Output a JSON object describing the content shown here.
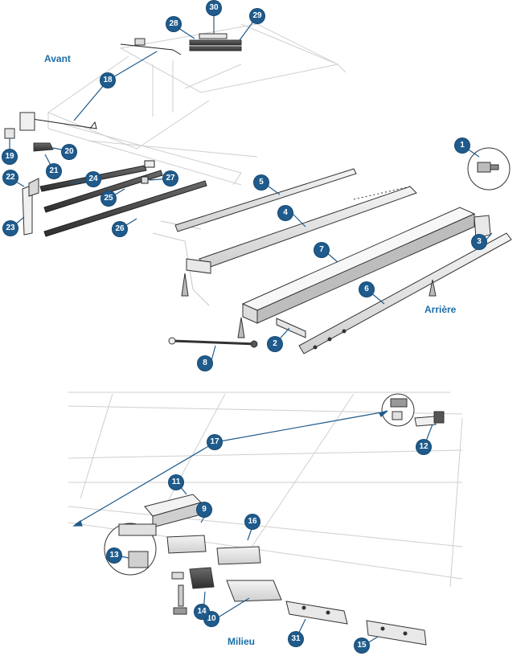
{
  "section_labels": {
    "front": "Avant",
    "rear": "Arrière",
    "middle": "Milieu"
  },
  "callouts": [
    "1",
    "2",
    "3",
    "4",
    "5",
    "6",
    "7",
    "8",
    "9",
    "10",
    "11",
    "12",
    "13",
    "14",
    "15",
    "16",
    "17",
    "18",
    "19",
    "20",
    "21",
    "22",
    "23",
    "24",
    "25",
    "26",
    "27",
    "28",
    "29",
    "30",
    "31"
  ],
  "colors": {
    "callout_fill": "#1f5b8c",
    "leader_line": "#1f5b8c",
    "label_text": "#1b6ea8",
    "part_outline": "#333333",
    "ghost_frame": "#c8c8c8"
  }
}
